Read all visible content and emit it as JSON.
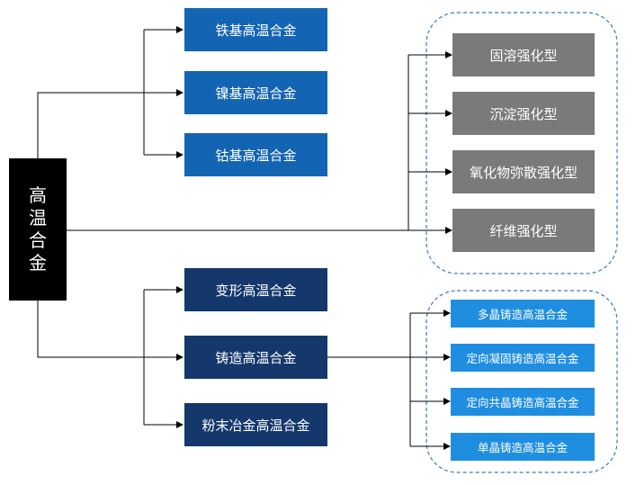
{
  "root": {
    "label": [
      "高",
      "温",
      "合",
      "金"
    ],
    "color": "#000000"
  },
  "by_base": {
    "color": "#1464b4",
    "items": [
      "铁基高温合金",
      "镍基高温合金",
      "钴基高温合金"
    ]
  },
  "by_strengthening": {
    "color": "#7a7a7a",
    "items": [
      "固溶强化型",
      "沉淀强化型",
      "氧化物弥散强化型",
      "纤维强化型"
    ]
  },
  "by_process": {
    "color": "#14386c",
    "items": [
      "变形高温合金",
      "铸造高温合金",
      "粉末冶金高温合金"
    ]
  },
  "casting_types": {
    "color": "#1f8ee0",
    "items": [
      "多晶铸造高温合金",
      "定向凝固铸造高温合金",
      "定向共晶铸造高温合金",
      "单晶铸造高温合金"
    ]
  }
}
